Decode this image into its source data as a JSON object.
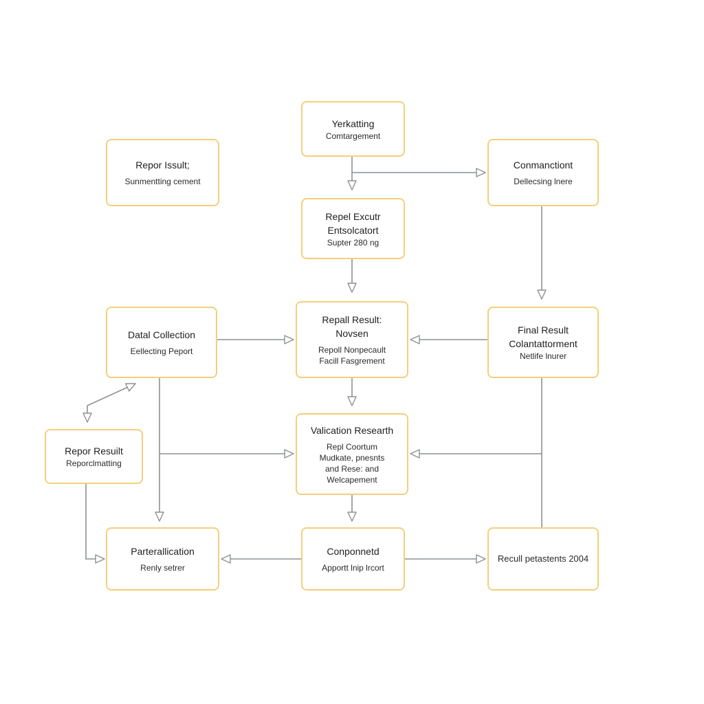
{
  "colors": {
    "node_border": "#f3cf7a",
    "connector": "#8b9096",
    "background": "#ffffff",
    "text": "#1e1e1e"
  },
  "nodes": {
    "yerkatting": {
      "title": "Yerkatting",
      "sub1": "Comtargement"
    },
    "repor_issult": {
      "title": "Repor Issult;",
      "sub1": "Sunmentting cement"
    },
    "conmanctiont": {
      "title": "Conmanctiont",
      "sub1": "Dellecsing lnere"
    },
    "repel_executr": {
      "title": "Repel Excutr",
      "title2": "Entsolcatort",
      "sub1": "Supter 280 ng"
    },
    "datal_collection": {
      "title": "Datal Collection",
      "sub1": "Eellecting Peport"
    },
    "repall_result": {
      "title": "Repall Result:",
      "title2": "Novsen",
      "sub1": "Repoll Nonpecault",
      "sub2": "Facill Fasgrement"
    },
    "final_result": {
      "title": "Final Result",
      "title2": "Colantattorment",
      "sub1": "Netlife lnurer"
    },
    "validation_research": {
      "title": "Valication Researth",
      "sub1": "Repl Coortum",
      "sub2": "Mudkate, pnesnts",
      "sub3": "and Rese: and",
      "sub4": "Welcapement"
    },
    "repor_result": {
      "title": "Repor Resuilt",
      "sub1": "Reporclmatting"
    },
    "parterallication": {
      "title": "Parterallication",
      "sub1": "Renly setrer"
    },
    "conponnetd": {
      "title": "Conponnetd",
      "sub1": "Apportt lnip lrcort"
    },
    "recull_petastents": {
      "title": "Recull petastents 2004"
    }
  }
}
